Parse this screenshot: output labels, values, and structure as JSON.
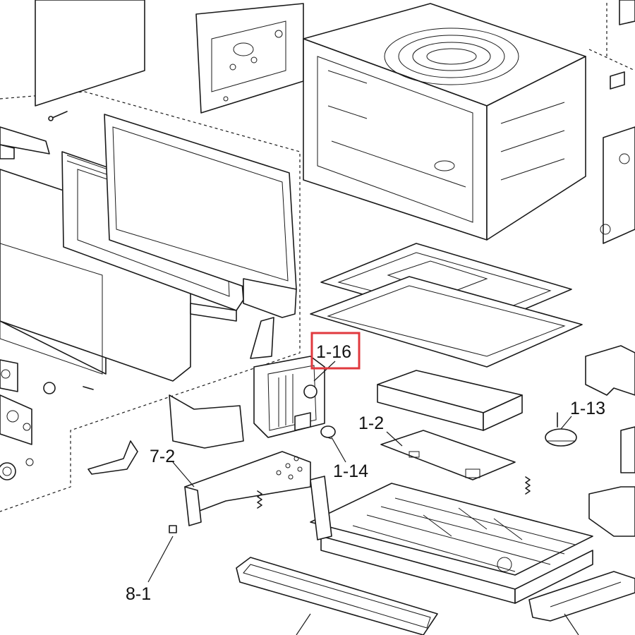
{
  "diagram": {
    "highlight_color": "#e0393e",
    "line_color": "#1a1a1a",
    "labels": {
      "l_1_16": "1-16",
      "l_1_13": "1-13",
      "l_1_2": "1-2",
      "l_1_14": "1-14",
      "l_7_2": "7-2",
      "l_8_1": "8-1"
    }
  }
}
